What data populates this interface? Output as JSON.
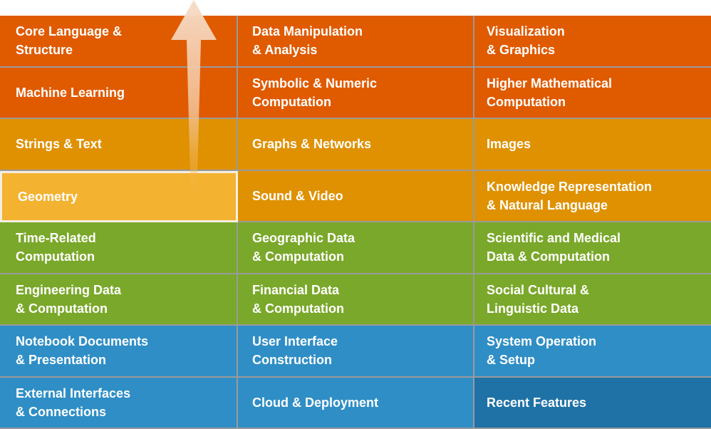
{
  "colors": {
    "orange": "#e05a00",
    "amber": "#df9102",
    "selected": "#f3b230",
    "green": "#7aa82a",
    "blue": "#2f8ec5",
    "blue_dark": "#1f72a5"
  },
  "rows": [
    {
      "color": "orange",
      "cells": [
        "Core Language &\nStructure",
        "Data Manipulation\n& Analysis",
        "Visualization\n& Graphics"
      ]
    },
    {
      "color": "orange",
      "cells": [
        "Machine Learning",
        "Symbolic & Numeric\nComputation",
        "Higher Mathematical\nComputation"
      ]
    },
    {
      "color": "amber",
      "cells": [
        "Strings & Text",
        "Graphs & Networks",
        "Images"
      ]
    },
    {
      "color": "amber",
      "cells": [
        "Geometry",
        "Sound & Video",
        "Knowledge Representation\n& Natural Language"
      ]
    },
    {
      "color": "green",
      "cells": [
        "Time-Related\nComputation",
        "Geographic Data\n& Computation",
        "Scientific and Medical\nData & Computation"
      ]
    },
    {
      "color": "green",
      "cells": [
        "Engineering Data\n& Computation",
        "Financial Data\n& Computation",
        "Social Cultural &\nLinguistic Data"
      ]
    },
    {
      "color": "blue",
      "cells": [
        "Notebook Documents\n& Presentation",
        "User Interface\nConstruction",
        "System Operation\n& Setup"
      ]
    },
    {
      "color": "blue",
      "cells": [
        "External Interfaces\n& Connections",
        "Cloud & Deployment",
        "Recent Features"
      ]
    }
  ],
  "selected_item": "Geometry",
  "decorations": {
    "arrow_icon": "up-arrow-icon"
  }
}
